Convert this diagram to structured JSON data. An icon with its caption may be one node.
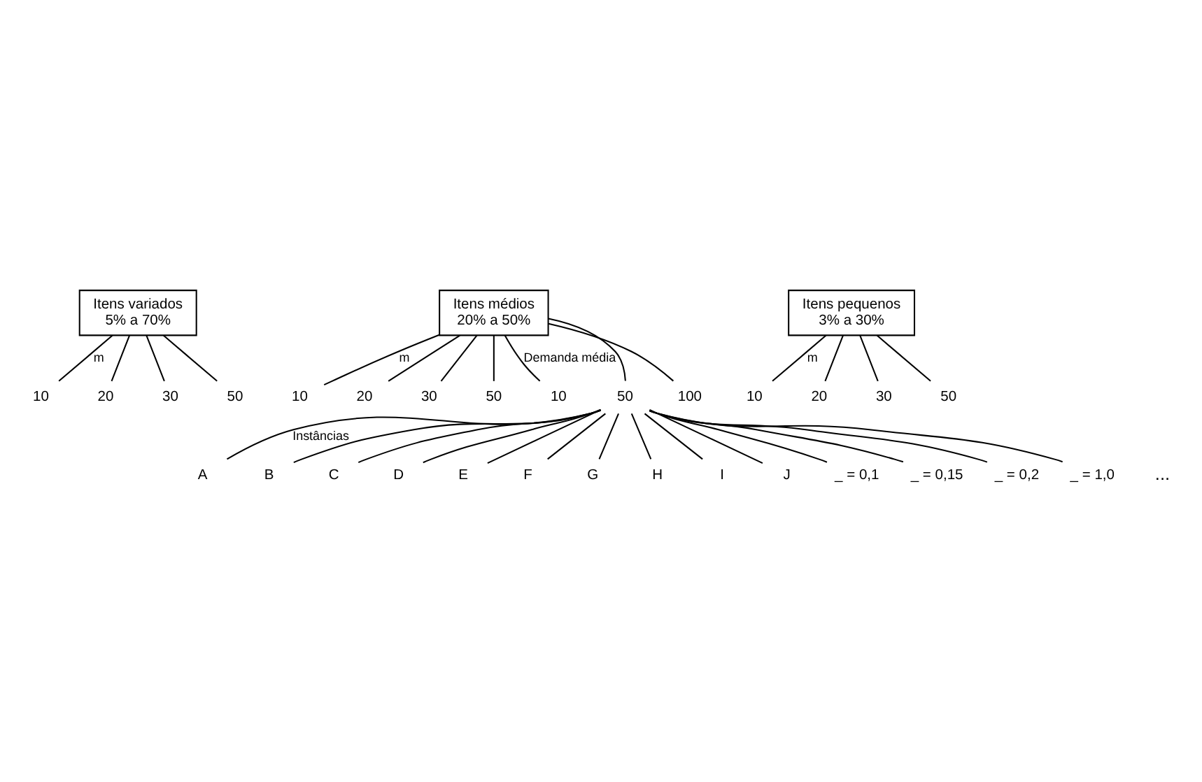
{
  "diagram": {
    "nodes": [
      {
        "text": [
          "Itens variados",
          "5% a 70%"
        ]
      },
      {
        "text": [
          "Itens médios",
          "20% a 50%"
        ]
      },
      {
        "text": [
          "Itens pequenos",
          "3% a 30%"
        ]
      },
      {
        "text": [
          "10"
        ]
      },
      {
        "text": [
          "20"
        ]
      },
      {
        "text": [
          "30"
        ]
      },
      {
        "text": [
          "50"
        ]
      },
      {
        "text": [
          "10"
        ]
      },
      {
        "text": [
          "20"
        ]
      },
      {
        "text": [
          "30"
        ]
      },
      {
        "text": [
          "50"
        ]
      },
      {
        "text": [
          "10"
        ]
      },
      {
        "text": [
          "20"
        ]
      },
      {
        "text": [
          "30"
        ]
      },
      {
        "text": [
          "50"
        ]
      },
      {
        "text": [
          "10"
        ]
      },
      {
        "text": [
          "50"
        ]
      },
      {
        "text": [
          "100"
        ]
      },
      {
        "text": [
          "A"
        ]
      },
      {
        "text": [
          "B"
        ]
      },
      {
        "text": [
          "C"
        ]
      },
      {
        "text": [
          "D"
        ]
      },
      {
        "text": [
          "E"
        ]
      },
      {
        "text": [
          "F"
        ]
      },
      {
        "text": [
          "G"
        ]
      },
      {
        "text": [
          "H"
        ]
      },
      {
        "text": [
          "I"
        ]
      },
      {
        "text": [
          "J"
        ]
      },
      {
        "text": [
          "_ = 0,1"
        ]
      },
      {
        "text": [
          "_ = 0,15"
        ]
      },
      {
        "text": [
          "_ = 0,2"
        ]
      },
      {
        "text": [
          "_ = 1,0"
        ]
      }
    ],
    "edges": [
      {
        "from": 0,
        "to": 3,
        "arrow": "none",
        "label": "m"
      },
      {
        "from": 0,
        "to": 4,
        "arrow": "none"
      },
      {
        "from": 0,
        "to": 5,
        "arrow": "none"
      },
      {
        "from": 0,
        "to": 6,
        "arrow": "none"
      },
      {
        "from": 1,
        "to": 7,
        "arrow": "none",
        "label": "m"
      },
      {
        "from": 1,
        "to": 8,
        "arrow": "none"
      },
      {
        "from": 1,
        "to": 9,
        "arrow": "none"
      },
      {
        "from": 1,
        "to": 10,
        "arrow": "none"
      },
      {
        "from": 2,
        "to": 11,
        "arrow": "none",
        "label": "m"
      },
      {
        "from": 2,
        "to": 12,
        "arrow": "none"
      },
      {
        "from": 2,
        "to": 13,
        "arrow": "none"
      },
      {
        "from": 2,
        "to": 14,
        "arrow": "none"
      },
      {
        "from": 1,
        "to": 15,
        "arrow": "none",
        "label": "Demanda média"
      },
      {
        "from": 1,
        "to": 16,
        "arrow": "none"
      },
      {
        "from": 1,
        "to": 17,
        "arrow": "none"
      },
      {
        "from": 16,
        "to": 18,
        "arrow": "none",
        "label": "Instâncias"
      },
      {
        "from": 16,
        "to": 19,
        "arrow": "none"
      },
      {
        "from": 16,
        "to": 20,
        "arrow": "none"
      },
      {
        "from": 16,
        "to": 21,
        "arrow": "none"
      },
      {
        "from": 16,
        "to": 22,
        "arrow": "none"
      },
      {
        "from": 16,
        "to": 23,
        "arrow": "none"
      },
      {
        "from": 16,
        "to": 24,
        "arrow": "none"
      },
      {
        "from": 16,
        "to": 25,
        "arrow": "none"
      },
      {
        "from": 16,
        "to": 26,
        "arrow": "none"
      },
      {
        "from": 16,
        "to": 27,
        "arrow": "none"
      },
      {
        "from": 16,
        "to": 28,
        "arrow": "none"
      },
      {
        "from": 16,
        "to": 29,
        "arrow": "none"
      },
      {
        "from": 16,
        "to": 30,
        "arrow": "none"
      },
      {
        "from": 16,
        "to": 31,
        "arrow": "none"
      }
    ],
    "labels": [
      "..."
    ]
  }
}
